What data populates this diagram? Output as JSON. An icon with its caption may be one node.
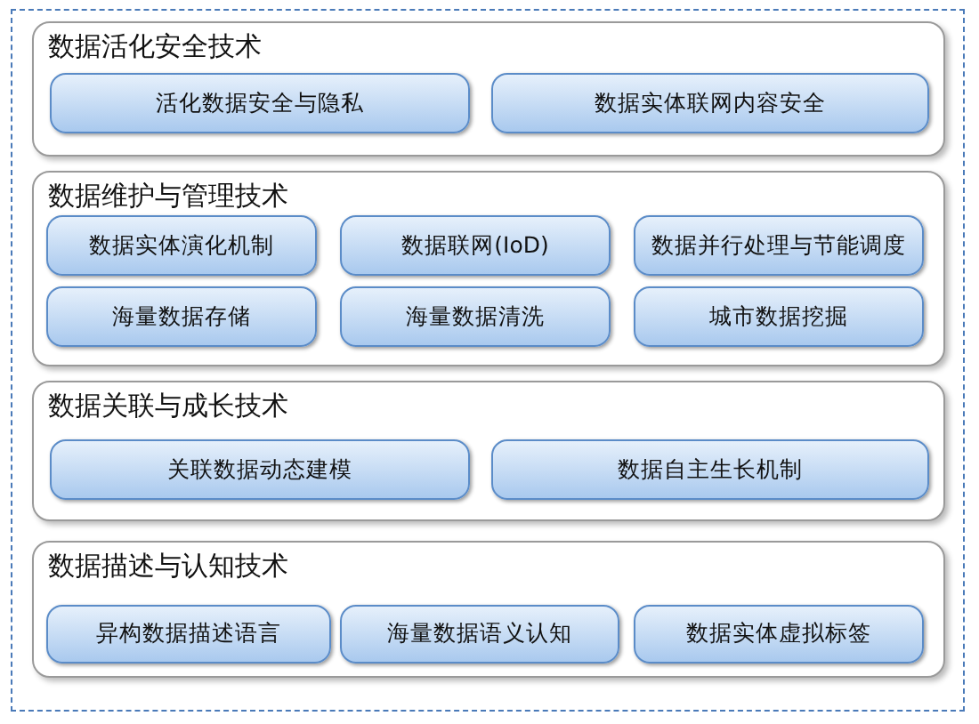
{
  "diagram": {
    "nodes": [
      {
        "text": [
          "数据活化安全技术"
        ]
      },
      {
        "text": [
          "活化数据安全与隐私"
        ],
        "in": 0
      },
      {
        "text": [
          "数据实体联网内容安全"
        ],
        "in": 0
      },
      {
        "text": [
          "数据维护与管理技术"
        ]
      },
      {
        "text": [
          "数据实体演化机制"
        ],
        "in": 3
      },
      {
        "text": [
          "数据联网(IoD)"
        ],
        "in": 3
      },
      {
        "text": [
          "数据并行处理与节能调度"
        ],
        "in": 3
      },
      {
        "text": [
          "海量数据存储"
        ],
        "in": 3
      },
      {
        "text": [
          "海量数据清洗"
        ],
        "in": 3
      },
      {
        "text": [
          "城市数据挖掘"
        ],
        "in": 3
      },
      {
        "text": [
          "数据关联与成长技术"
        ]
      },
      {
        "text": [
          "关联数据动态建模"
        ],
        "in": 10
      },
      {
        "text": [
          "数据自主生长机制"
        ],
        "in": 10
      },
      {
        "text": [
          "数据描述与认知技术"
        ]
      },
      {
        "text": [
          "异构数据描述语言"
        ],
        "in": 13
      },
      {
        "text": [
          "海量数据语义认知"
        ],
        "in": 13
      },
      {
        "text": [
          "数据实体虚拟标签"
        ],
        "in": 13
      }
    ]
  }
}
